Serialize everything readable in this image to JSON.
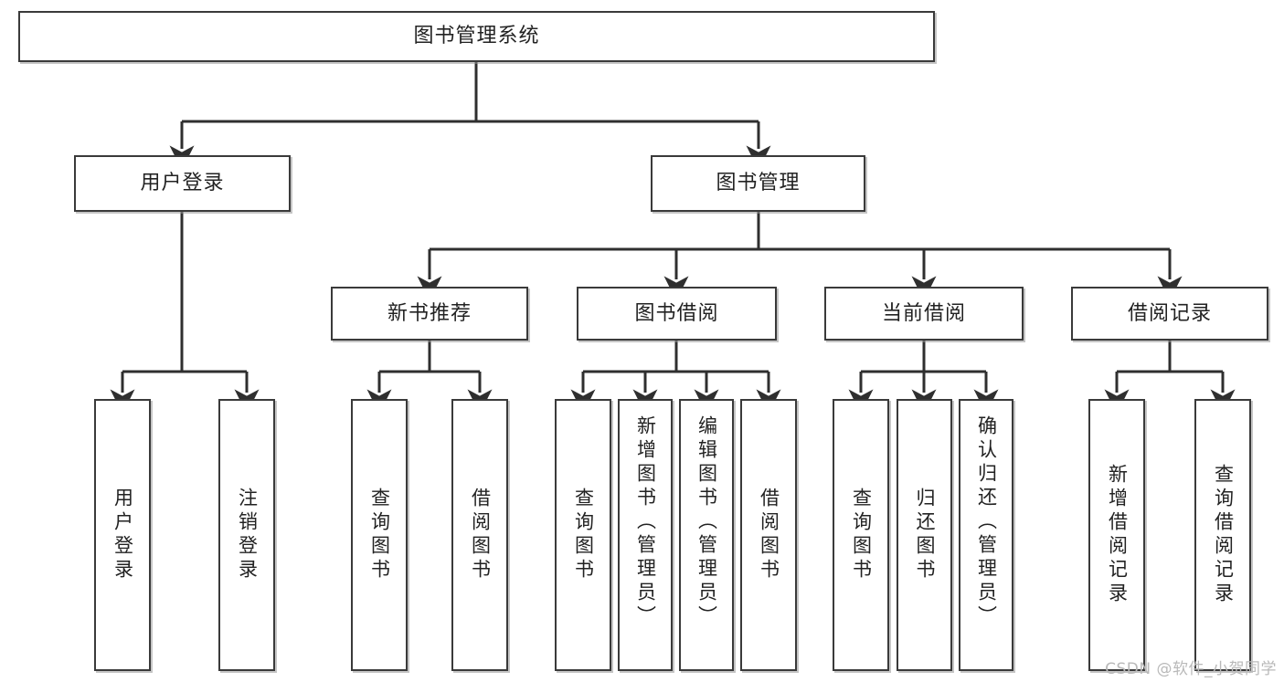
{
  "diagram": {
    "type": "hierarchy-tree",
    "title": "图书管理系统",
    "watermark": "CSDN @软件_小贺同学",
    "colors": {
      "box_border": "#3a3a3a",
      "box_fill": "#ffffff",
      "connector": "#2f2f2f",
      "text": "#222222",
      "watermark": "#b9b9b9",
      "background": "#ffffff"
    },
    "root": {
      "label": "图书管理系统"
    },
    "level2": [
      {
        "label": "用户登录"
      },
      {
        "label": "图书管理"
      }
    ],
    "level3": [
      {
        "label": "新书推荐"
      },
      {
        "label": "图书借阅"
      },
      {
        "label": "当前借阅"
      },
      {
        "label": "借阅记录"
      }
    ],
    "leaves": {
      "user_login": [
        {
          "label": "用户登录"
        },
        {
          "label": "注销登录"
        }
      ],
      "new_book_recommend": [
        {
          "label": "查询图书"
        },
        {
          "label": "借阅图书"
        }
      ],
      "book_borrow": [
        {
          "label": "查询图书"
        },
        {
          "label": "新增图书（管理员）"
        },
        {
          "label": "编辑图书（管理员）"
        },
        {
          "label": "借阅图书"
        }
      ],
      "current_borrow": [
        {
          "label": "查询图书"
        },
        {
          "label": "归还图书"
        },
        {
          "label": "确认归还（管理员）"
        }
      ],
      "borrow_record": [
        {
          "label": "新增借阅记录"
        },
        {
          "label": "查询借阅记录"
        }
      ]
    }
  }
}
